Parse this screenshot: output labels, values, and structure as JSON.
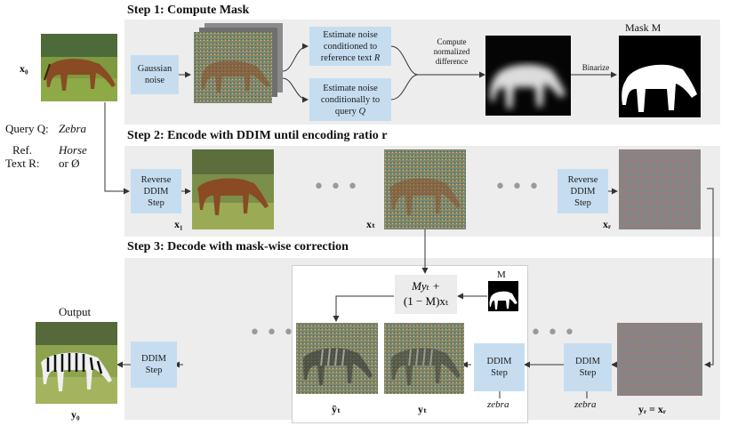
{
  "step1": {
    "title": "Step 1: Compute Mask",
    "gaussian_noise": "Gaussian noise",
    "estimate_ref": [
      "Estimate noise",
      "conditioned to",
      "reference text "
    ],
    "estimate_ref_var": "R",
    "estimate_query": [
      "Estimate noise",
      "conditionally to",
      "query "
    ],
    "estimate_query_var": "Q",
    "compute_diff": [
      "Compute",
      "normalized",
      "difference"
    ],
    "binarize": "Binarize",
    "mask_label": "Mask M"
  },
  "step2": {
    "title": "Step 2: Encode with DDIM until encoding ratio r",
    "reverse_ddim_1": [
      "Reverse",
      "DDIM",
      "Step"
    ],
    "reverse_ddim_2": [
      "Reverse",
      "DDIM",
      "Step"
    ],
    "x1": "x₁",
    "xt": "xₜ",
    "xr": "xᵣ"
  },
  "step3": {
    "title": "Step 3: Decode with mask-wise correction",
    "ddim_step": [
      "DDIM",
      "Step"
    ],
    "formula_line1": "Myₜ +",
    "formula_line2": "(1 − M)xₜ",
    "mask_small_label": "M",
    "zebra_1": "zebra",
    "zebra_2": "zebra",
    "y_tilde": "ỹₜ",
    "yt": "yₜ",
    "yr_eq": "yᵣ = xᵣ",
    "output_label": "Output",
    "y0": "y₀"
  },
  "left": {
    "x0": "x₀",
    "query_label": "Query Q:",
    "query_value": "Zebra",
    "ref_label_1": "Ref.",
    "ref_label_2": "Text R:",
    "ref_value_1": "Horse",
    "ref_value_2": "or Ø"
  },
  "colors": {
    "band": "#ededed",
    "box": "#c6ddf0",
    "arrow": "#333333",
    "dots": "#9a9a9a"
  }
}
